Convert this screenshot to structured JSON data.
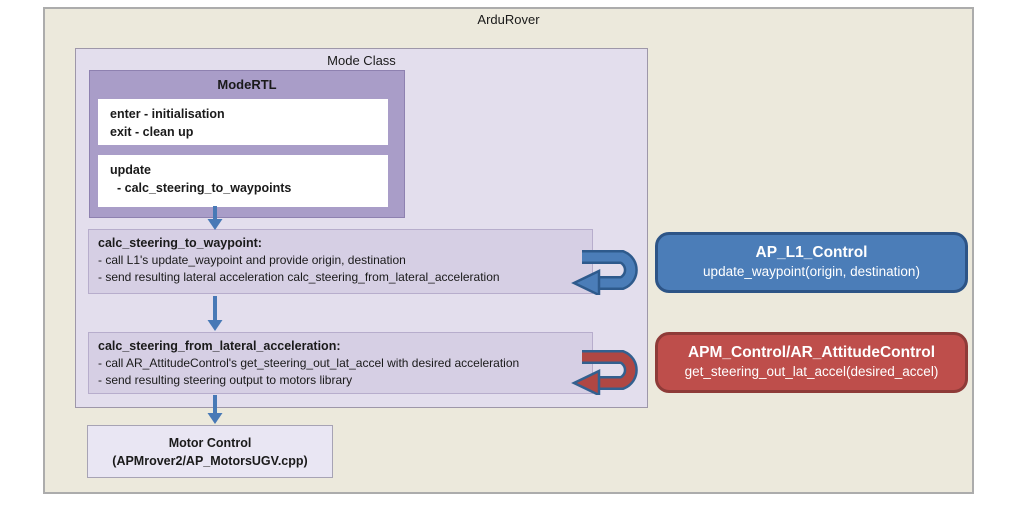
{
  "colors": {
    "canvas_bg": "#FFFFFF",
    "ardurover_bg": "#ECE9DC",
    "mode_class_bg": "#E3DEED",
    "modertl_bg": "#A99DC8",
    "calc_box_bg": "#D6CFE4",
    "motor_box_bg": "#E9E6F3",
    "l1_box_bg": "#4B7DB8",
    "l1_box_border": "#2D5486",
    "attitude_box_bg": "#BE4E4B",
    "attitude_box_border": "#8E3B38",
    "arrow_blue": "#4879B6",
    "arrow_blue_outline": "#2E5A8C",
    "arrow_red": "#B04743"
  },
  "ardurover": {
    "title": "ArduRover"
  },
  "mode_class": {
    "title": "Mode Class"
  },
  "modertl": {
    "title": "ModeRTL",
    "enter_exit": {
      "line1": "enter - initialisation",
      "line2": "exit - clean up"
    },
    "update": {
      "line1": "update",
      "line2": "- calc_steering_to_waypoints"
    }
  },
  "calc_steering_to_waypoint": {
    "title": "calc_steering_to_waypoint:",
    "bullet1": "- call L1's update_waypoint and provide origin, destination",
    "bullet2": "- send resulting lateral acceleration calc_steering_from_lateral_acceleration"
  },
  "calc_steering_from_lateral_acceleration": {
    "title": "calc_steering_from_lateral_acceleration:",
    "bullet1": "- call AR_AttitudeControl's get_steering_out_lat_accel with desired acceleration",
    "bullet2": "- send resulting steering output to motors library"
  },
  "motor_control": {
    "line1": "Motor Control",
    "line2": "(APMrover2/AP_MotorsUGV.cpp)"
  },
  "ap_l1_control": {
    "title": "AP_L1_Control",
    "subtitle": "update_waypoint(origin, destination)"
  },
  "apm_control": {
    "title": "APM_Control/AR_AttitudeControl",
    "subtitle": "get_steering_out_lat_accel(desired_accel)"
  }
}
